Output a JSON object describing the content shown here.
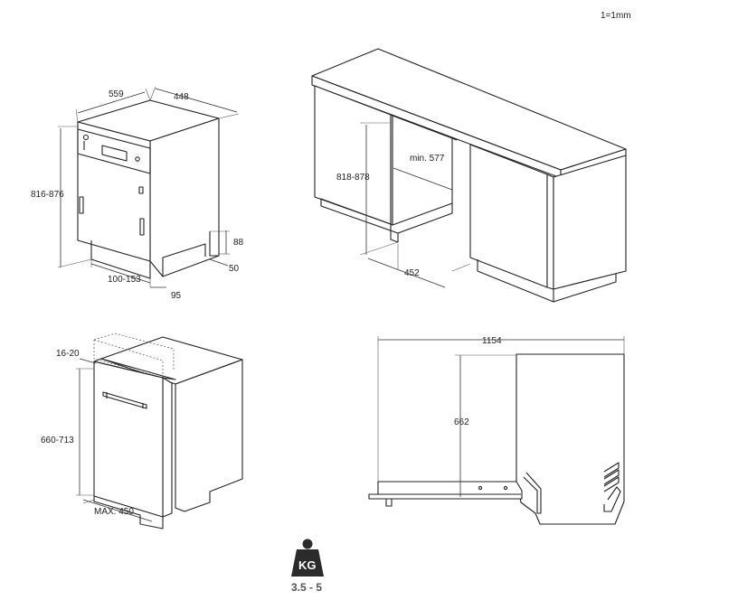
{
  "scale_note": "1=1mm",
  "dishwasher_view": {
    "width": "559",
    "depth": "448",
    "height": "816-876",
    "plinth_height": "88",
    "plinth_depth": "50",
    "plinth_adjust": "100-153",
    "foot_offset": "95"
  },
  "cabinet_view": {
    "niche_height": "818-878",
    "niche_width": "min. 577",
    "niche_depth": "452"
  },
  "panel_view": {
    "panel_gap": "16-20",
    "panel_height": "660-713",
    "panel_width": "MAX. 450"
  },
  "door_open_view": {
    "open_depth": "1154",
    "door_height": "662"
  },
  "weight": {
    "unit": "KG",
    "range": "3.5 - 5"
  }
}
